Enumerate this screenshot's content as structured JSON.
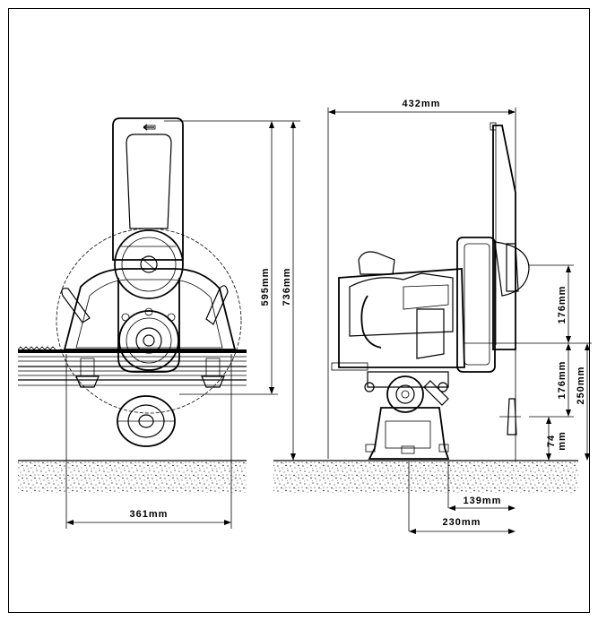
{
  "dimensions": {
    "width_overall": "432mm",
    "height_595": "595mm",
    "height_736": "736mm",
    "width_361": "361mm",
    "upper_176": "176mm",
    "lower_176": "176mm",
    "height_250": "250mm",
    "height_74_line1": "74",
    "height_74_line2": "mm",
    "offset_139": "139mm",
    "offset_230": "230mm"
  },
  "icons": {
    "direction_arrow": "left-arrow-icon"
  }
}
